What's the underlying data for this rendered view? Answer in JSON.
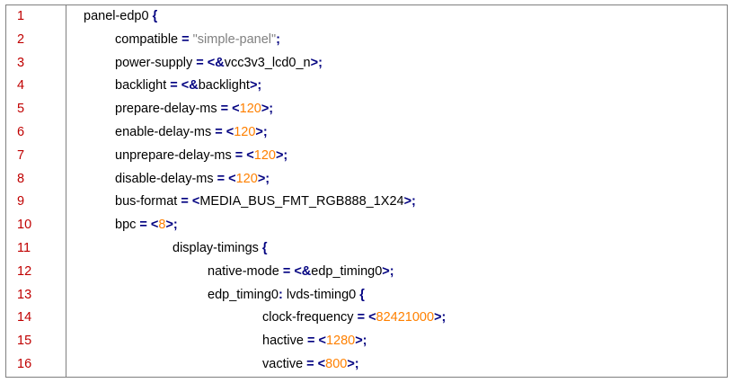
{
  "lines": [
    {
      "number": "1",
      "indent": 0,
      "tokens": [
        {
          "t": "panel-edp0 ",
          "k": "id"
        },
        {
          "t": "{",
          "k": "punc"
        }
      ]
    },
    {
      "number": "2",
      "indent": 1,
      "tokens": [
        {
          "t": "compatible ",
          "k": "id"
        },
        {
          "t": "= ",
          "k": "punc"
        },
        {
          "t": "\"simple-panel\"",
          "k": "str"
        },
        {
          "t": ";",
          "k": "punc"
        }
      ]
    },
    {
      "number": "3",
      "indent": 1,
      "tokens": [
        {
          "t": "power-supply ",
          "k": "id"
        },
        {
          "t": "= <&",
          "k": "punc"
        },
        {
          "t": "vcc3v3_lcd0_n",
          "k": "id"
        },
        {
          "t": ">;",
          "k": "punc"
        }
      ]
    },
    {
      "number": "4",
      "indent": 1,
      "tokens": [
        {
          "t": "backlight ",
          "k": "id"
        },
        {
          "t": "= <&",
          "k": "punc"
        },
        {
          "t": "backlight",
          "k": "id"
        },
        {
          "t": ">;",
          "k": "punc"
        }
      ]
    },
    {
      "number": "5",
      "indent": 1,
      "tokens": [
        {
          "t": "prepare-delay-ms ",
          "k": "id"
        },
        {
          "t": "= <",
          "k": "punc"
        },
        {
          "t": "120",
          "k": "num"
        },
        {
          "t": ">;",
          "k": "punc"
        }
      ]
    },
    {
      "number": "6",
      "indent": 1,
      "tokens": [
        {
          "t": "enable-delay-ms ",
          "k": "id"
        },
        {
          "t": "= <",
          "k": "punc"
        },
        {
          "t": "120",
          "k": "num"
        },
        {
          "t": ">;",
          "k": "punc"
        }
      ]
    },
    {
      "number": "7",
      "indent": 1,
      "tokens": [
        {
          "t": "unprepare-delay-ms ",
          "k": "id"
        },
        {
          "t": "= <",
          "k": "punc"
        },
        {
          "t": "120",
          "k": "num"
        },
        {
          "t": ">;",
          "k": "punc"
        }
      ]
    },
    {
      "number": "8",
      "indent": 1,
      "tokens": [
        {
          "t": "disable-delay-ms ",
          "k": "id"
        },
        {
          "t": "= <",
          "k": "punc"
        },
        {
          "t": "120",
          "k": "num"
        },
        {
          "t": ">;",
          "k": "punc"
        }
      ]
    },
    {
      "number": "9",
      "indent": 1,
      "tokens": [
        {
          "t": "bus-format ",
          "k": "id"
        },
        {
          "t": "= <",
          "k": "punc"
        },
        {
          "t": "MEDIA_BUS_FMT_RGB888_1X24",
          "k": "id"
        },
        {
          "t": ">;",
          "k": "punc"
        }
      ]
    },
    {
      "number": "10",
      "indent": 1,
      "tokens": [
        {
          "t": "bpc ",
          "k": "id"
        },
        {
          "t": "= <",
          "k": "punc"
        },
        {
          "t": "8",
          "k": "num"
        },
        {
          "t": ">;",
          "k": "punc"
        }
      ]
    },
    {
      "number": "11",
      "indent": 2,
      "tokens": [
        {
          "t": "display-timings ",
          "k": "id"
        },
        {
          "t": "{",
          "k": "punc"
        }
      ]
    },
    {
      "number": "12",
      "indent": 3,
      "tokens": [
        {
          "t": "native-mode ",
          "k": "id"
        },
        {
          "t": "= <&",
          "k": "punc"
        },
        {
          "t": "edp_timing0",
          "k": "id"
        },
        {
          "t": ">;",
          "k": "punc"
        }
      ]
    },
    {
      "number": "13",
      "indent": 3,
      "tokens": [
        {
          "t": "edp_timing0",
          "k": "id"
        },
        {
          "t": ": ",
          "k": "punc"
        },
        {
          "t": "lvds-timing0 ",
          "k": "id"
        },
        {
          "t": "{",
          "k": "punc"
        }
      ]
    },
    {
      "number": "14",
      "indent": 4,
      "tokens": [
        {
          "t": "clock-frequency ",
          "k": "id"
        },
        {
          "t": "= <",
          "k": "punc"
        },
        {
          "t": "82421000",
          "k": "num"
        },
        {
          "t": ">;",
          "k": "punc"
        }
      ]
    },
    {
      "number": "15",
      "indent": 4,
      "tokens": [
        {
          "t": "hactive ",
          "k": "id"
        },
        {
          "t": "= <",
          "k": "punc"
        },
        {
          "t": "1280",
          "k": "num"
        },
        {
          "t": ">;",
          "k": "punc"
        }
      ]
    },
    {
      "number": "16",
      "indent": 4,
      "tokens": [
        {
          "t": "vactive ",
          "k": "id"
        },
        {
          "t": "= <",
          "k": "punc"
        },
        {
          "t": "800",
          "k": "num"
        },
        {
          "t": ">;",
          "k": "punc"
        }
      ]
    }
  ]
}
